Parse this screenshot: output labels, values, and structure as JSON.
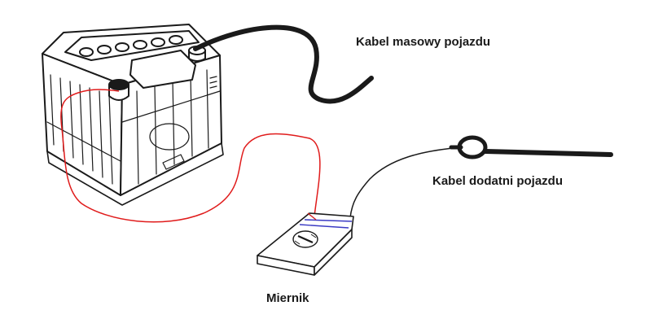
{
  "labels": {
    "ground_cable": "Kabel masowy pojazdu",
    "positive_cable": "Kabel dodatni pojazdu",
    "meter": "Miernik"
  },
  "colors": {
    "ink": "#1a1a1a",
    "test_lead": "#e01b1b",
    "meter_mark_red": "#d42020",
    "meter_mark_blue": "#3b3bc4"
  },
  "icons": {
    "battery": "car-battery-icon",
    "meter": "multimeter-icon"
  }
}
